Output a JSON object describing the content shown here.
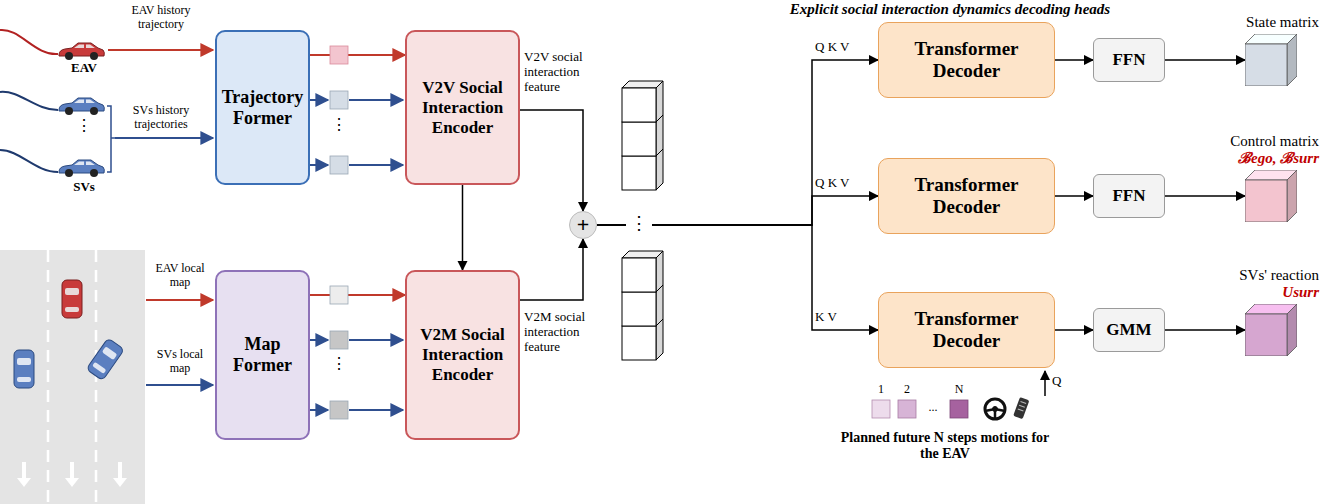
{
  "diagram": {
    "nodes": [
      {
        "text": [
          "Trajectory Former"
        ]
      },
      {
        "text": [
          "Map Former"
        ]
      },
      {
        "text": [
          "V2V Social Interaction Encoder"
        ]
      },
      {
        "text": [
          "V2M Social Interaction Encoder"
        ]
      },
      {
        "text": [
          "+"
        ]
      },
      {
        "text": [
          "Transformer Decoder"
        ]
      },
      {
        "text": [
          "Transformer Decoder"
        ]
      },
      {
        "text": [
          "Transformer Decoder"
        ]
      },
      {
        "text": [
          "FFN"
        ]
      },
      {
        "text": [
          "FFN"
        ]
      },
      {
        "text": [
          "GMM"
        ]
      },
      {
        "text": [
          "State matrix"
        ]
      },
      {
        "text": [
          "Control matrix",
          "ℬego, ℬsurr"
        ]
      },
      {
        "text": [
          "SVs' reaction",
          "Usurr"
        ]
      }
    ],
    "edges": [
      {
        "from": 0,
        "to": 2,
        "arrow": "to"
      },
      {
        "from": 1,
        "to": 3,
        "arrow": "to"
      },
      {
        "from": 2,
        "to": 3,
        "arrow": "to"
      },
      {
        "from": 2,
        "to": 4,
        "arrow": "to"
      },
      {
        "from": 3,
        "to": 4,
        "arrow": "to"
      },
      {
        "from": 4,
        "to": 5,
        "arrow": "to"
      },
      {
        "from": 4,
        "to": 6,
        "arrow": "to"
      },
      {
        "from": 4,
        "to": 7,
        "arrow": "to"
      },
      {
        "from": 5,
        "to": 8,
        "arrow": "to"
      },
      {
        "from": 6,
        "to": 9,
        "arrow": "to"
      },
      {
        "from": 7,
        "to": 10,
        "arrow": "to"
      },
      {
        "from": 8,
        "to": 11,
        "arrow": "to"
      },
      {
        "from": 9,
        "to": 12,
        "arrow": "to"
      },
      {
        "from": 10,
        "to": 13,
        "arrow": "to"
      }
    ],
    "labels": [
      "EAV history trajectory",
      "SVs history trajectories",
      "EAV",
      "SVs",
      "⋮",
      "EAV local map",
      "SVs local map",
      "⋮",
      "⋮",
      "V2V social interaction feature",
      "V2M social interaction feature",
      "⋮",
      "Explicit social interaction dynamics decoding heads",
      "Q K V",
      "Q K V",
      "K V",
      "Q",
      "1",
      "2",
      "...",
      "N",
      "Planned future N steps motions for the EAV"
    ]
  }
}
